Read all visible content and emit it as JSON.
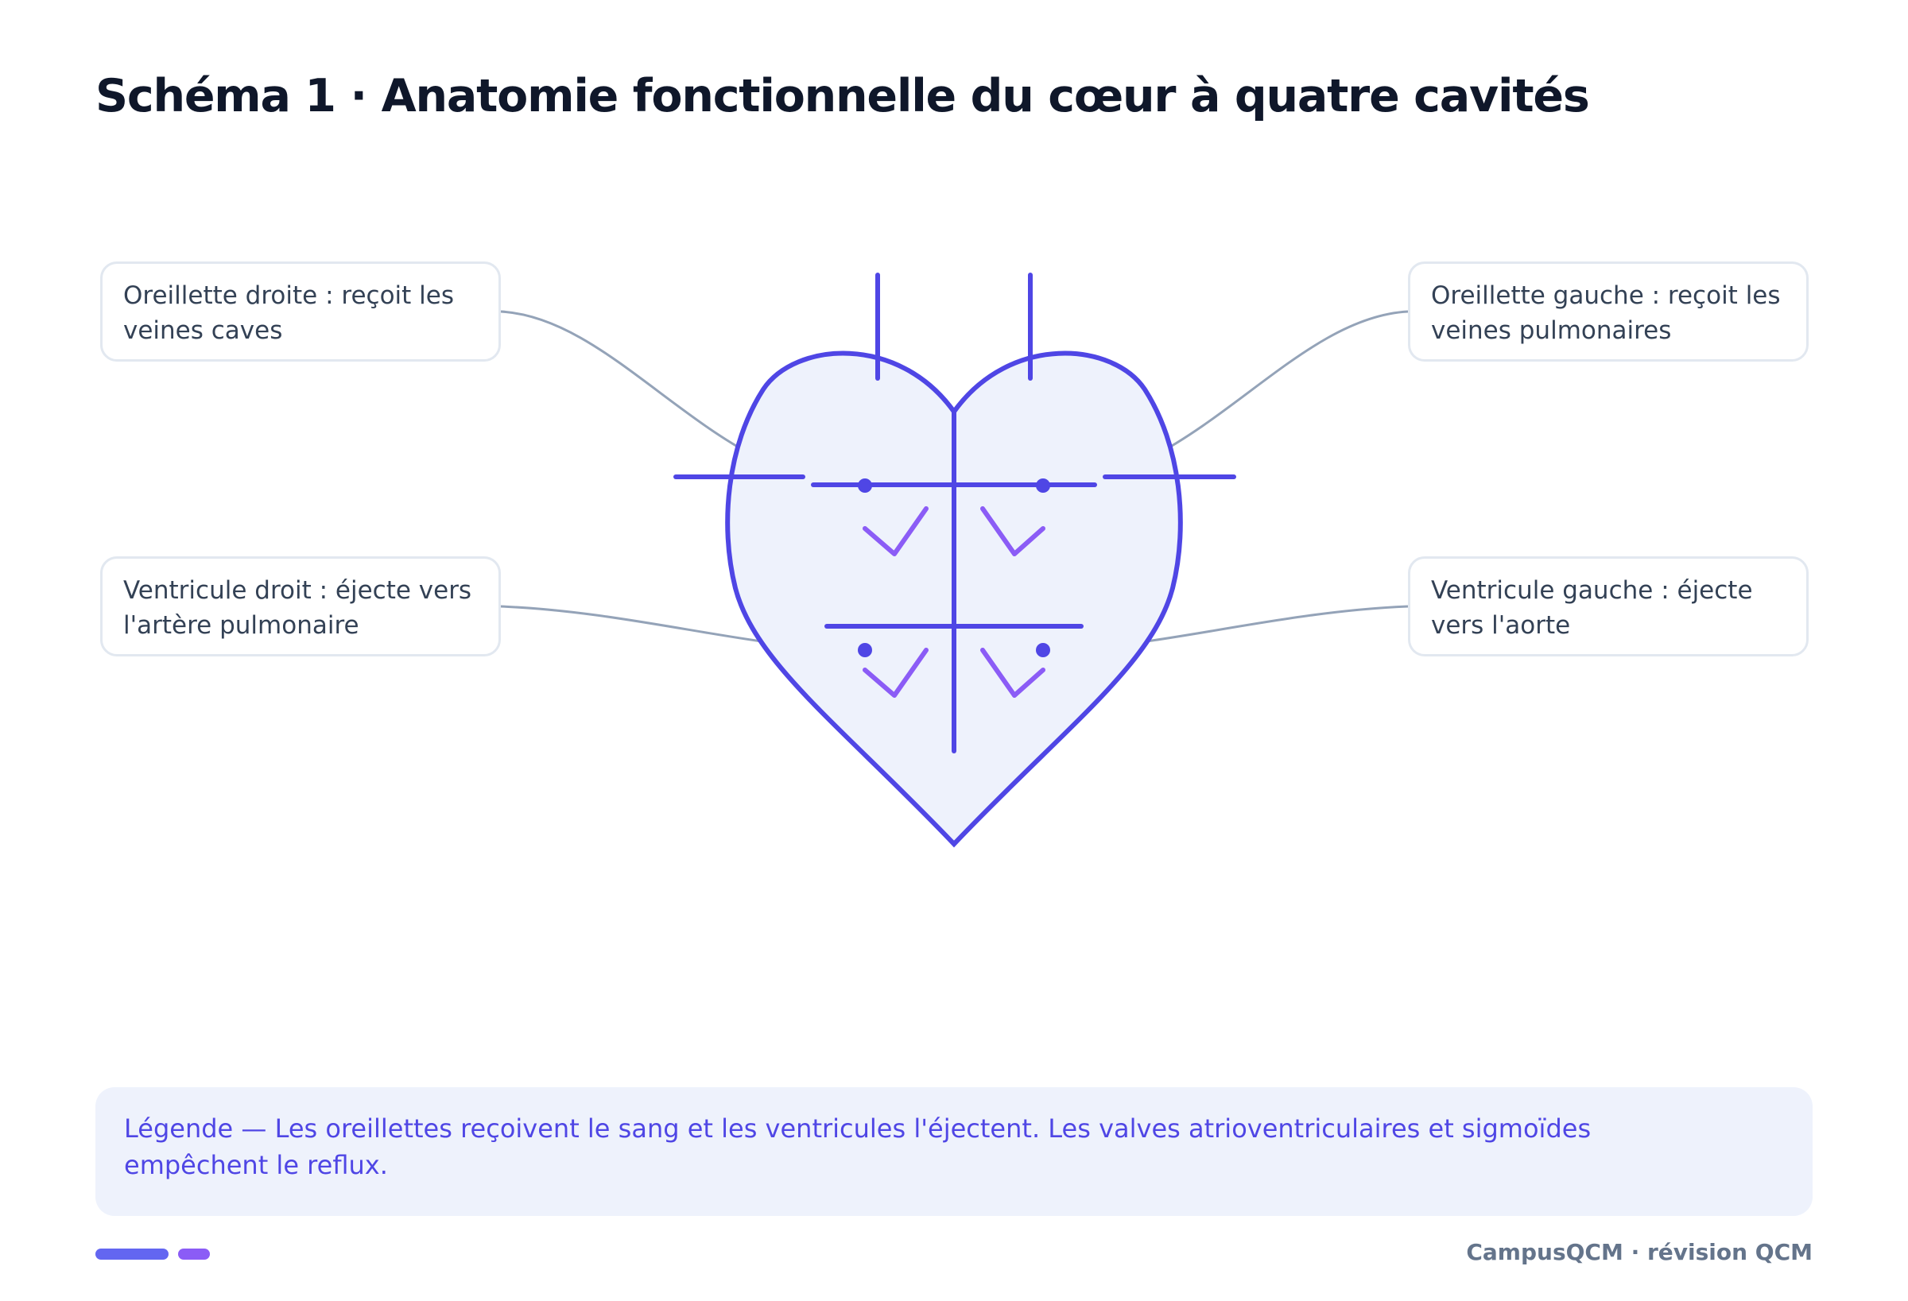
{
  "title": "Schéma 1 · Anatomie fonctionnelle du cœur à quatre cavités",
  "callouts": {
    "right_atrium": "Oreillette droite : reçoit les veines caves",
    "left_atrium": "Oreillette gauche : reçoit les veines pulmonaires",
    "right_ventricle": "Ventricule droit : éjecte vers l'artère pulmonaire",
    "left_ventricle": "Ventricule gauche : éjecte vers l'aorte"
  },
  "legend": "Légende — Les oreillettes reçoivent le sang et les ventricules l'éjectent. Les valves atrioventriculaires et sigmoïdes empêchent le reflux.",
  "footer": {
    "brand": "CampusQCM · révision QCM"
  },
  "colors": {
    "outline": "#4f46e5",
    "heart_fill": "#eef2fc",
    "valve": "#8b5cf6",
    "leader": "#94a3b8",
    "title": "#0f172a"
  }
}
